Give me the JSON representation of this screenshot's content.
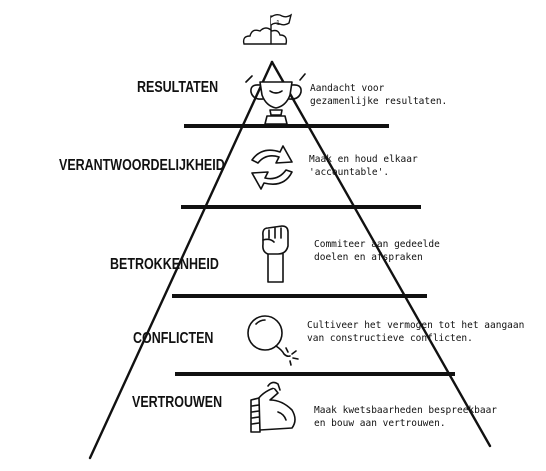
{
  "pyramid": {
    "levels": [
      {
        "title": "RESULTATEN",
        "icon": "trophy-icon",
        "lines": [
          "Aandacht voor",
          "gezamenlijke resultaten."
        ]
      },
      {
        "title": "VERANTWOORDELIJKHEID",
        "icon": "cycle-arrows-icon",
        "lines": [
          "Maak en houd elkaar",
          "'accountable'."
        ]
      },
      {
        "title": "BETROKKENHEID",
        "icon": "raised-fist-icon",
        "lines": [
          "Commiteer aan gedeelde",
          "doelen en afspraken"
        ]
      },
      {
        "title": "CONFLICTEN",
        "icon": "bomb-icon",
        "lines": [
          "Cultiveer het vermogen tot het aangaan",
          "van constructieve conflicten."
        ]
      },
      {
        "title": "VERTROUWEN",
        "icon": "flexed-arm-icon",
        "lines": [
          "Maak kwetsbaarheden bespreekbaar",
          "en bouw aan vertrouwen."
        ]
      }
    ],
    "top_icon": "flag-cloud-icon",
    "ink_color": "#111111"
  }
}
